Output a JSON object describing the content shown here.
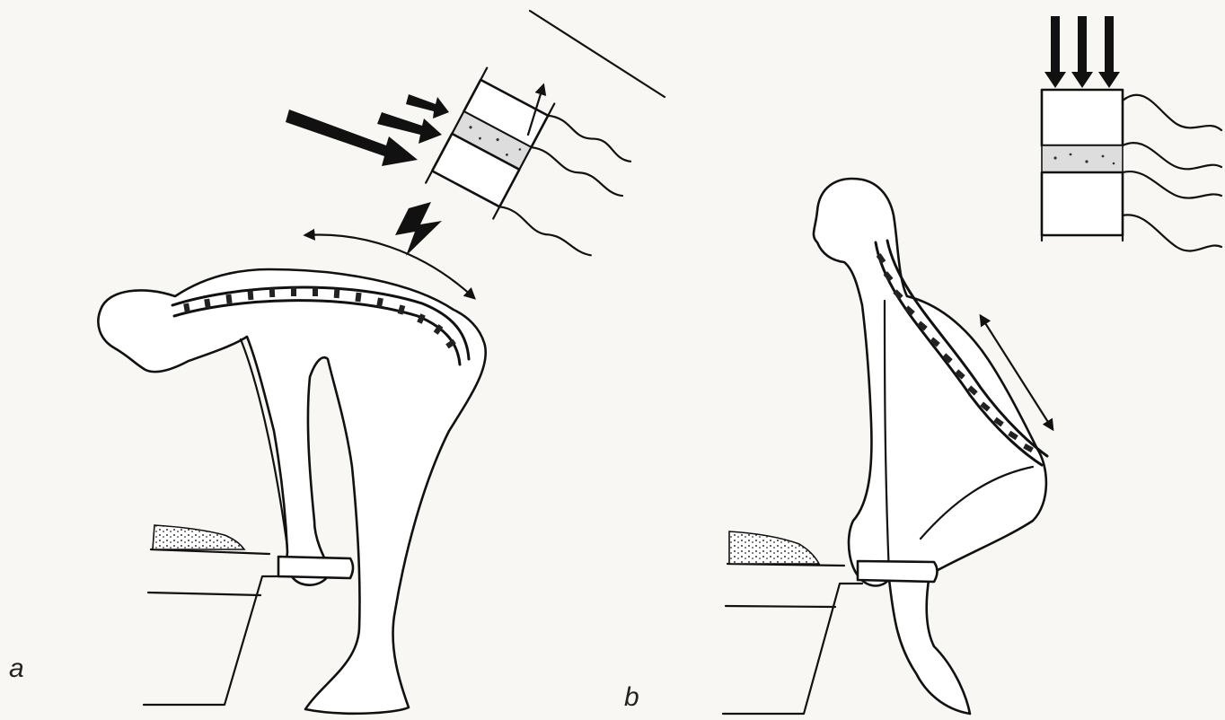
{
  "figure": {
    "panels": [
      {
        "id": "a",
        "label": "a"
      },
      {
        "id": "b",
        "label": "b"
      }
    ]
  }
}
